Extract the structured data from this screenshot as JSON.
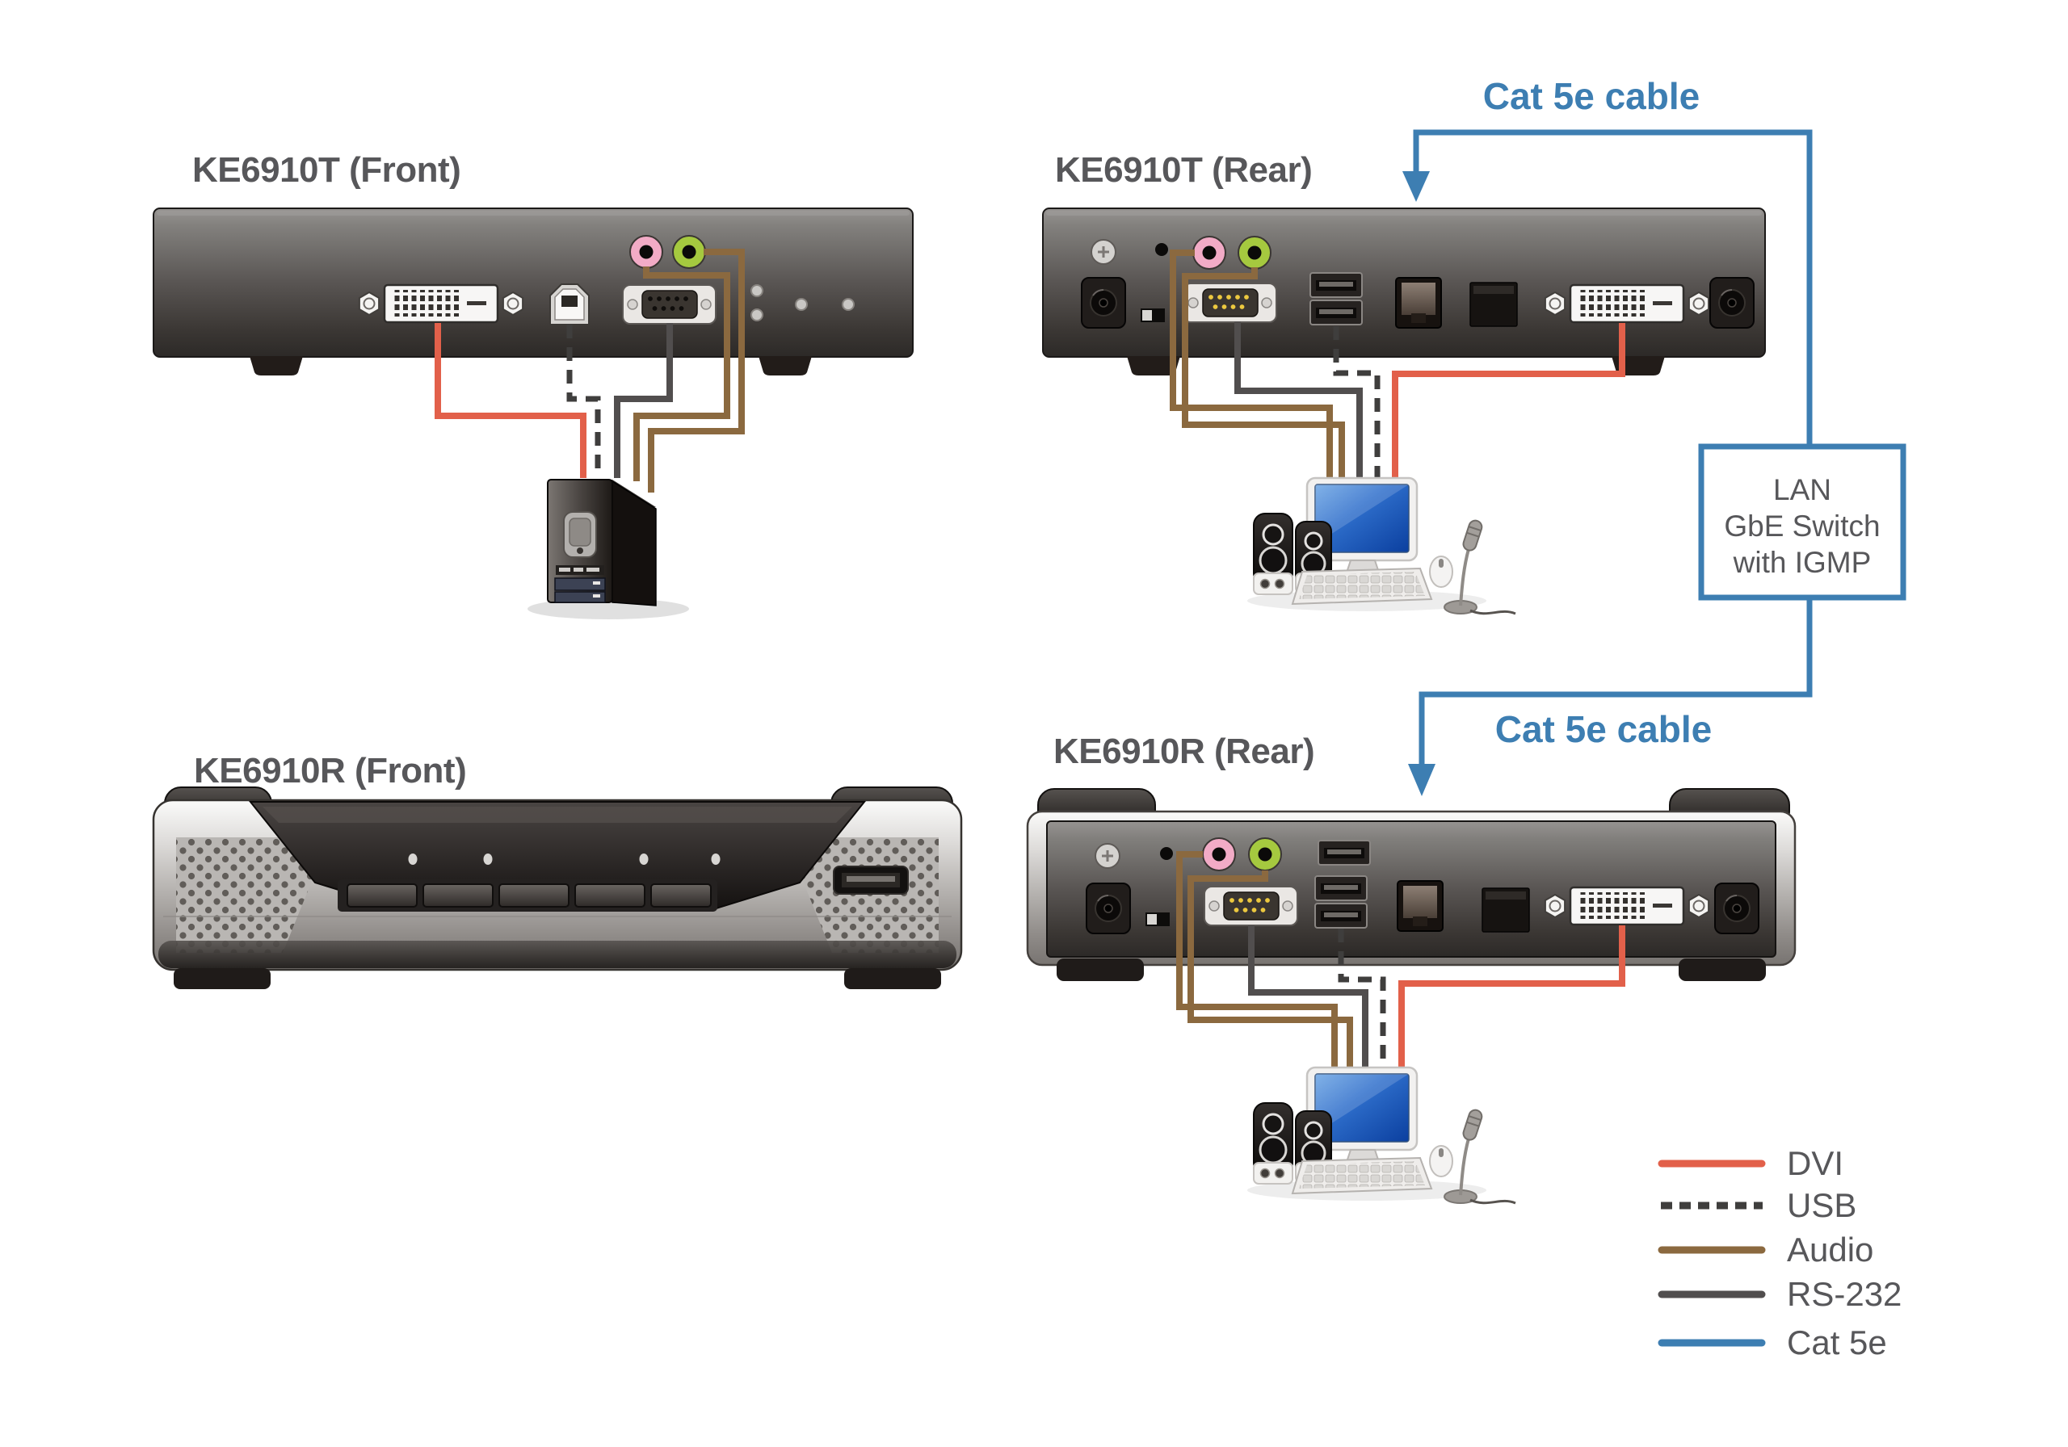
{
  "devices": {
    "t_front": {
      "label": "KE6910T (Front)"
    },
    "t_rear": {
      "label": "KE6910T (Rear)"
    },
    "r_front": {
      "label": "KE6910R (Front)"
    },
    "r_rear": {
      "label": "KE6910R (Rear)"
    }
  },
  "annotations": {
    "cat5e_top": "Cat 5e cable",
    "cat5e_bottom": "Cat 5e cable",
    "lan_switch_line1": "LAN",
    "lan_switch_line2": "GbE Switch",
    "lan_switch_line3": "with IGMP"
  },
  "legend": {
    "items": [
      {
        "label": "DVI",
        "color": "#e2604a",
        "style": "solid"
      },
      {
        "label": "USB",
        "color": "#3f3e3d",
        "style": "dashed"
      },
      {
        "label": "Audio",
        "color": "#8b693f",
        "style": "solid"
      },
      {
        "label": "RS-232",
        "color": "#514e4e",
        "style": "solid"
      },
      {
        "label": "Cat 5e",
        "color": "#3d7eb2",
        "style": "solid"
      }
    ]
  },
  "colors": {
    "cable_dvi": "#e2604a",
    "cable_usb": "#3f3e3d",
    "cable_audio": "#8b693f",
    "cable_rs232": "#514e4e",
    "cable_cat5e": "#3d7eb2",
    "label_text": "#57575a",
    "cat5e_text": "#3d7eb2",
    "lan_box_border": "#3d7eb2"
  }
}
